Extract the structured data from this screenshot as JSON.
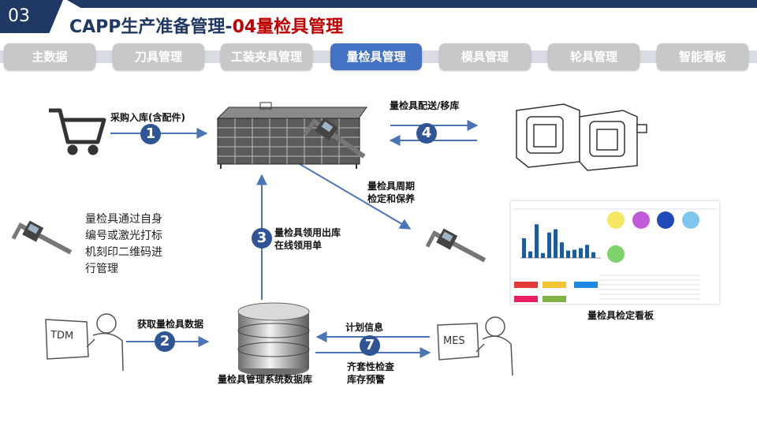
{
  "header": {
    "number": "03",
    "title_main": "CAPP生产准备管理-",
    "title_accent": "04量检具管理"
  },
  "tabs": [
    {
      "label": "主数据"
    },
    {
      "label": "刀具管理"
    },
    {
      "label": "工装夹具管理"
    },
    {
      "label": "量检具管理"
    },
    {
      "label": "模具管理"
    },
    {
      "label": "轮具管理"
    },
    {
      "label": "智能看板"
    }
  ],
  "flow": {
    "step1": {
      "num": "1",
      "label": "采购入库(含配件)"
    },
    "step2": {
      "num": "2",
      "label": "获取量检具数据"
    },
    "step3": {
      "num": "3",
      "label_line1": "量检具领用出库",
      "label_line2": "在线领用单"
    },
    "step4": {
      "num": "4",
      "label": "量检具配送/移库"
    },
    "step7": {
      "num": "7",
      "label_top": "计划信息",
      "label_bottom_line1": "齐套性检查",
      "label_bottom_line2": "库存预警"
    },
    "calibration": {
      "line1": "量检具周期",
      "line2": "检定和保养"
    }
  },
  "note": {
    "line1": "量检具通过自身",
    "line2": "编号或激光打标",
    "line3": "机刻印二维码进",
    "line4": "行管理"
  },
  "labels": {
    "tdm": "TDM",
    "mes": "MES",
    "database": "量检具管理系统数据库",
    "board": "量检具检定看板"
  },
  "chart_data": {
    "type": "bar",
    "values": [
      48,
      16,
      82,
      12,
      62,
      70,
      38,
      18,
      20,
      24,
      32,
      14
    ],
    "ylim": [
      0,
      100
    ]
  },
  "dashboard_tags": [
    {
      "color": "#e53935"
    },
    {
      "color": "#f4c430"
    },
    {
      "color": "#1e88e5"
    },
    {
      "color": "#e91e63"
    },
    {
      "color": "#7cb342"
    }
  ],
  "dashboard_circles": [
    {
      "color": "#f5e663"
    },
    {
      "color": "#c05bd8"
    },
    {
      "color": "#1f49b8"
    },
    {
      "color": "#7fc6ee"
    },
    {
      "color": "#7cd36b"
    }
  ]
}
